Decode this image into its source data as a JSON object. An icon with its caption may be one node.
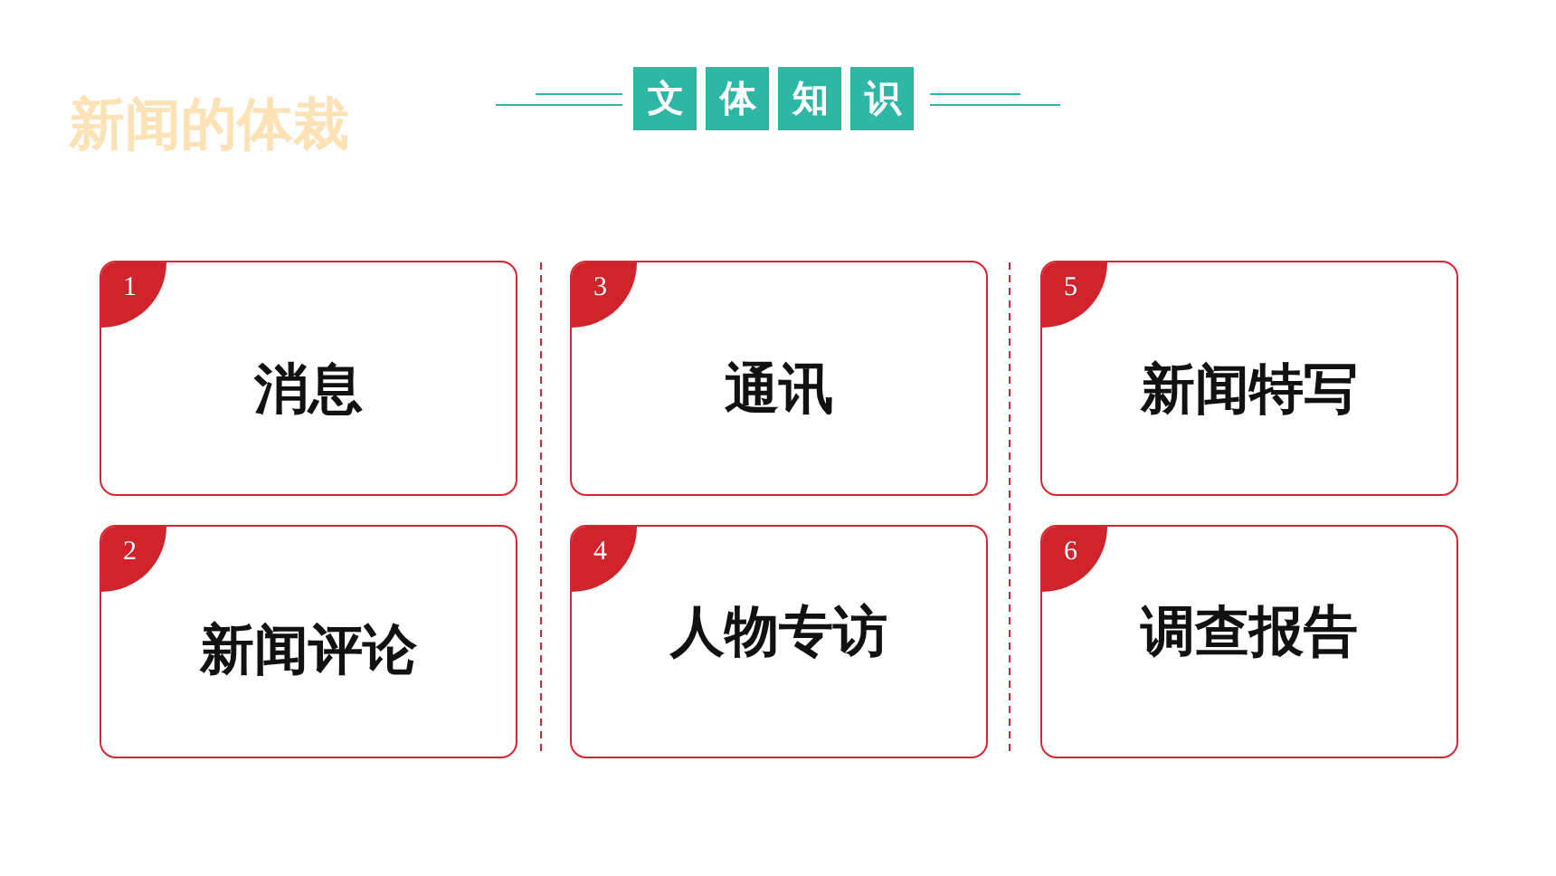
{
  "diagram": {
    "title": "新闻的体裁",
    "nodes": [
      {
        "text": [
          "1",
          "消息"
        ]
      },
      {
        "text": [
          "2",
          "新闻评论"
        ]
      },
      {
        "text": [
          "3",
          "通讯"
        ]
      },
      {
        "text": [
          "4",
          "人物专访"
        ]
      },
      {
        "text": [
          "5",
          "新闻特写"
        ]
      },
      {
        "text": [
          "6",
          "调查报告"
        ]
      }
    ],
    "labels": [
      "文体知识"
    ]
  }
}
